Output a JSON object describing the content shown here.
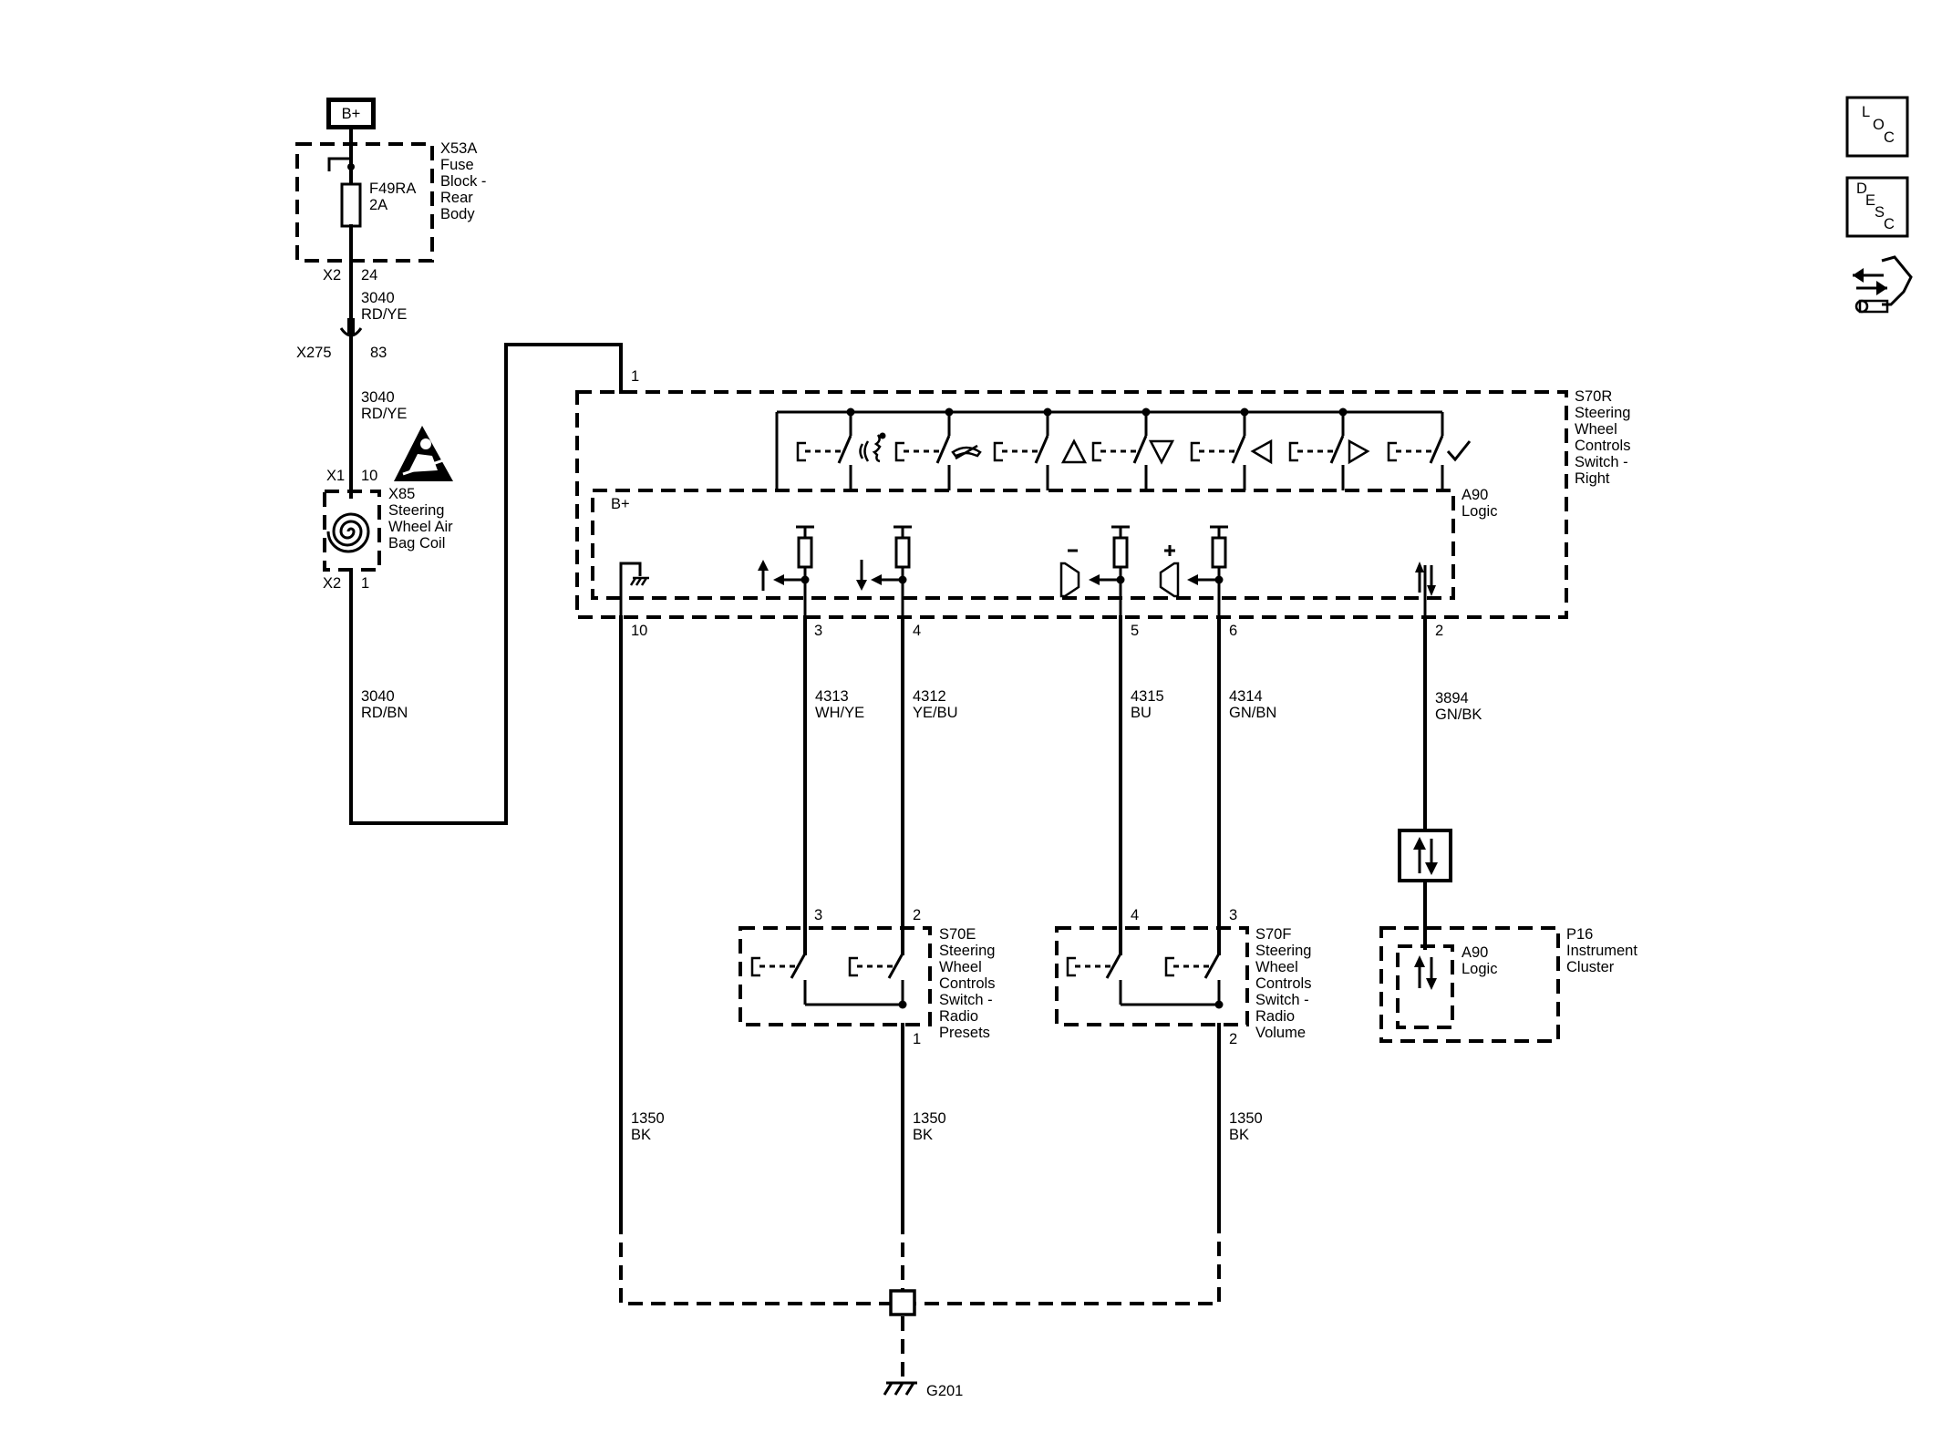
{
  "power": {
    "label": "B+"
  },
  "fuse_block": {
    "ref": "X53A",
    "name_lines": [
      "Fuse",
      "Block -",
      "Rear",
      "Body"
    ],
    "fuse_ref": "F49RA",
    "fuse_rating": "2A",
    "connector": "X2",
    "pin": "24"
  },
  "wire_3040_a": {
    "circuit": "3040",
    "color": "RD/YE"
  },
  "inline_connector": {
    "ref": "X275",
    "pin": "83"
  },
  "wire_3040_b": {
    "circuit": "3040",
    "color": "RD/YE"
  },
  "airbag_coil": {
    "ref": "X85",
    "name_lines": [
      "Steering",
      "Wheel Air",
      "Bag Coil"
    ],
    "connector_in": "X1",
    "pin_in": "10",
    "connector_out": "X2",
    "pin_out": "1"
  },
  "wire_3040_c": {
    "circuit": "3040",
    "color": "RD/BN"
  },
  "s70r": {
    "ref": "S70R",
    "name_lines": [
      "Steering",
      "Wheel",
      "Controls",
      "Switch -",
      "Right"
    ],
    "logic_ref": "A90",
    "logic_label": "Logic",
    "bplus": "B+",
    "pin_supply": "1",
    "pins": {
      "ground": "10",
      "seek_up": "3",
      "seek_down": "4",
      "vol_down": "5",
      "vol_up": "6",
      "data": "2"
    }
  },
  "wires": {
    "w4313": {
      "circuit": "4313",
      "color": "WH/YE"
    },
    "w4312": {
      "circuit": "4312",
      "color": "YE/BU"
    },
    "w4315": {
      "circuit": "4315",
      "color": "BU"
    },
    "w4314": {
      "circuit": "4314",
      "color": "GN/BN"
    },
    "w3894": {
      "circuit": "3894",
      "color": "GN/BK"
    },
    "g1": {
      "circuit": "1350",
      "color": "BK"
    },
    "g2": {
      "circuit": "1350",
      "color": "BK"
    },
    "g3": {
      "circuit": "1350",
      "color": "BK"
    }
  },
  "s70e": {
    "ref": "S70E",
    "name_lines": [
      "Steering",
      "Wheel",
      "Controls",
      "Switch -",
      "Radio",
      "Presets"
    ],
    "pin_a": "3",
    "pin_b": "2",
    "pin_gnd": "1"
  },
  "s70f": {
    "ref": "S70F",
    "name_lines": [
      "Steering",
      "Wheel",
      "Controls",
      "Switch -",
      "Radio",
      "Volume"
    ],
    "pin_a": "4",
    "pin_b": "3",
    "pin_gnd": "2"
  },
  "p16": {
    "ref": "P16",
    "name_lines": [
      "Instrument",
      "Cluster"
    ],
    "logic_ref": "A90",
    "logic_label": "Logic"
  },
  "ground": {
    "ref": "G201"
  },
  "nav": {
    "loc": [
      "L",
      "O",
      "C"
    ],
    "desc": [
      "D",
      "E",
      "S",
      "C"
    ]
  }
}
